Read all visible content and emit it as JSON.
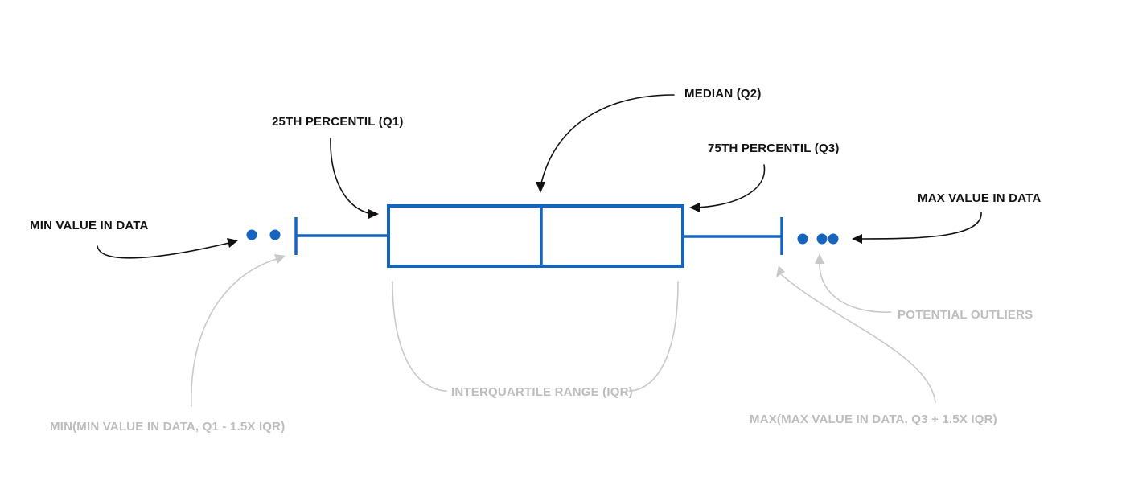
{
  "colors": {
    "boxplot": "#1565c0",
    "label_dark": "#111111",
    "label_light": "#bdbdbd",
    "arrow_light": "#c9c9c9"
  },
  "labels": {
    "median": "MEDIAN (Q2)",
    "q1": "25TH PERCENTIL (Q1)",
    "q3": "75TH PERCENTIL (Q3)",
    "min_value": "MIN VALUE IN DATA",
    "max_value": "MAX VALUE IN DATA",
    "potential_outliers": "POTENTIAL OUTLIERS",
    "iqr": "INTERQUARTILE RANGE (IQR)",
    "lower_fence": "MIN(MIN VALUE IN DATA, Q1 - 1.5X IQR)",
    "upper_fence": "MAX(MAX VALUE IN DATA, Q3 + 1.5X IQR)"
  }
}
